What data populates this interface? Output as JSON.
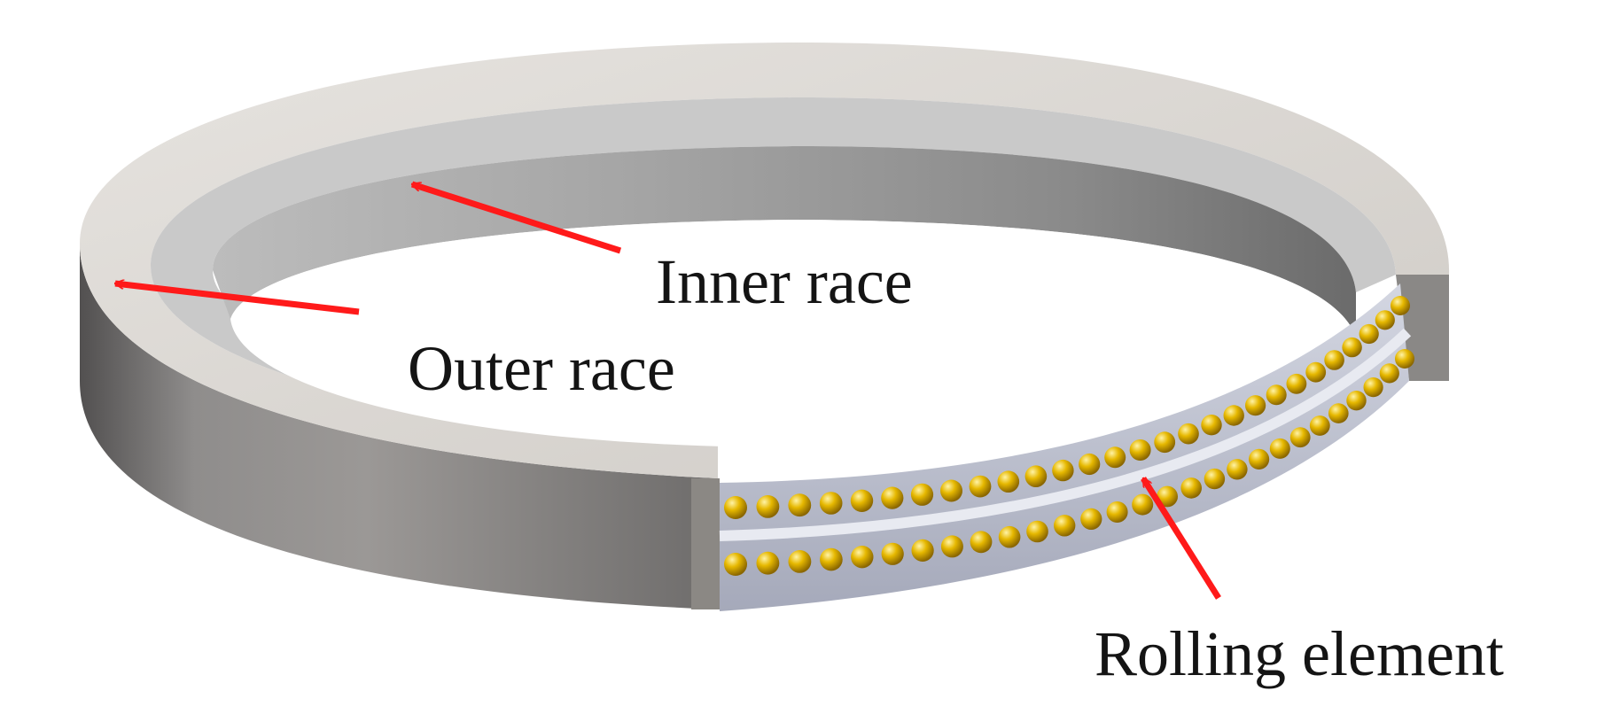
{
  "labels": {
    "inner_race": "Inner race",
    "outer_race": "Outer race",
    "rolling_element": "Rolling element"
  },
  "colors": {
    "arrow": "#ff1a1a",
    "ball": "#e3b000",
    "race_top": "#d9d6d2",
    "race_side": "#7a7877",
    "inner_wall": "#9a9a9a",
    "groove": "#b8bccb"
  },
  "balls": {
    "rows": 2,
    "per_row": 28
  }
}
